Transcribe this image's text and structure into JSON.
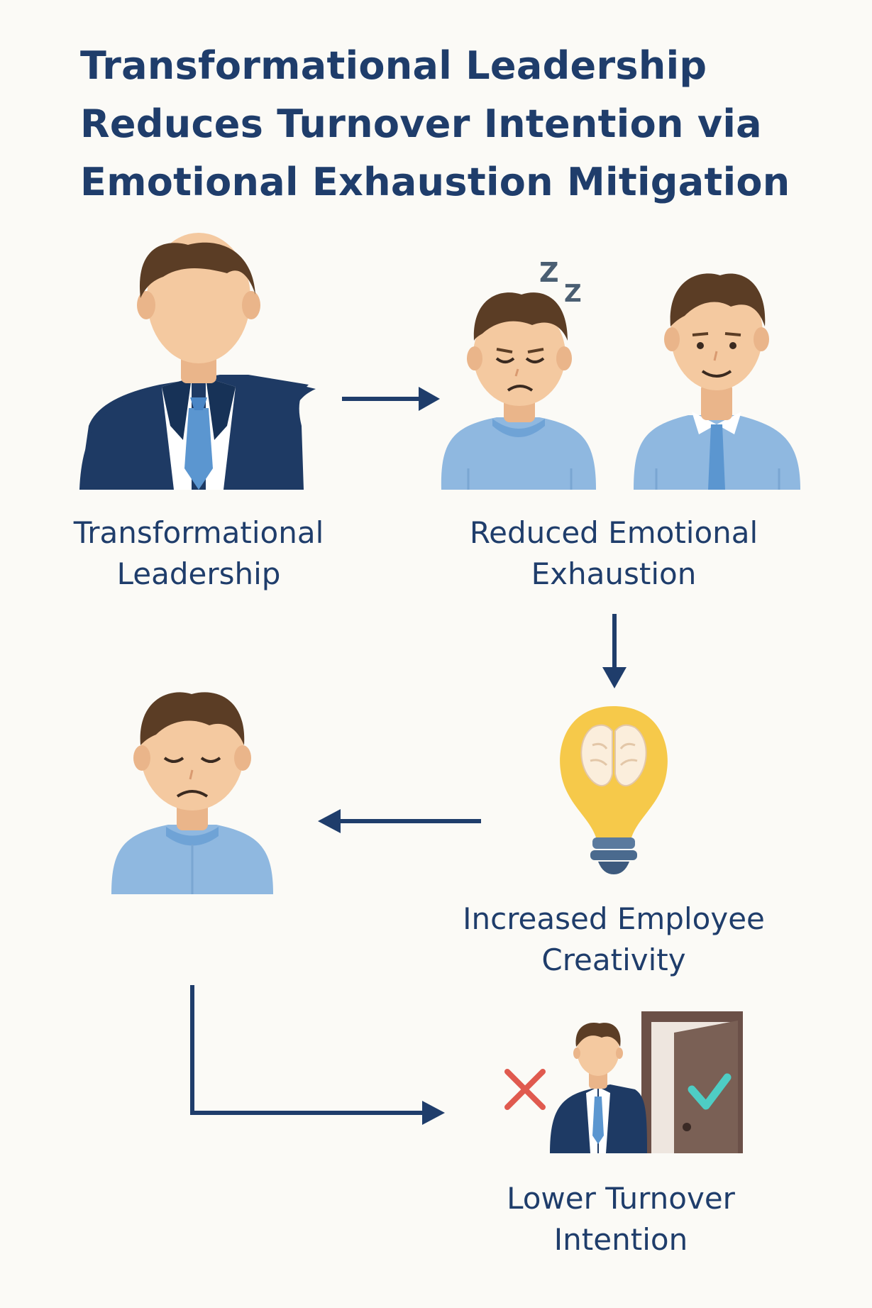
{
  "title": {
    "line1": "Transformational Leadership",
    "line2": "Reduces Turnover Intention via",
    "line3": "Emotional Exhaustion Mitigation"
  },
  "nodes": {
    "leadership": {
      "line1": "Transformational",
      "line2": "Leadership"
    },
    "exhaustion": {
      "line1": "Reduced Emotional",
      "line2": "Exhaustion"
    },
    "creativity": {
      "line1": "Increased Employee",
      "line2": "Creativity"
    },
    "turnover": {
      "line1": "Lower Turnover",
      "line2": "Intention"
    }
  },
  "sleep_text": {
    "z1": "Z",
    "z2": "Z"
  },
  "colors": {
    "navy": "#1f3d6b",
    "suit": "#1e3a64",
    "shirt": "#8fb8e0",
    "skin": "#f4c9a0",
    "hair": "#5b3d25",
    "bulb": "#f6c94a",
    "door": "#7a6055",
    "check": "#4ecdc4",
    "cross": "#e05a4f"
  }
}
